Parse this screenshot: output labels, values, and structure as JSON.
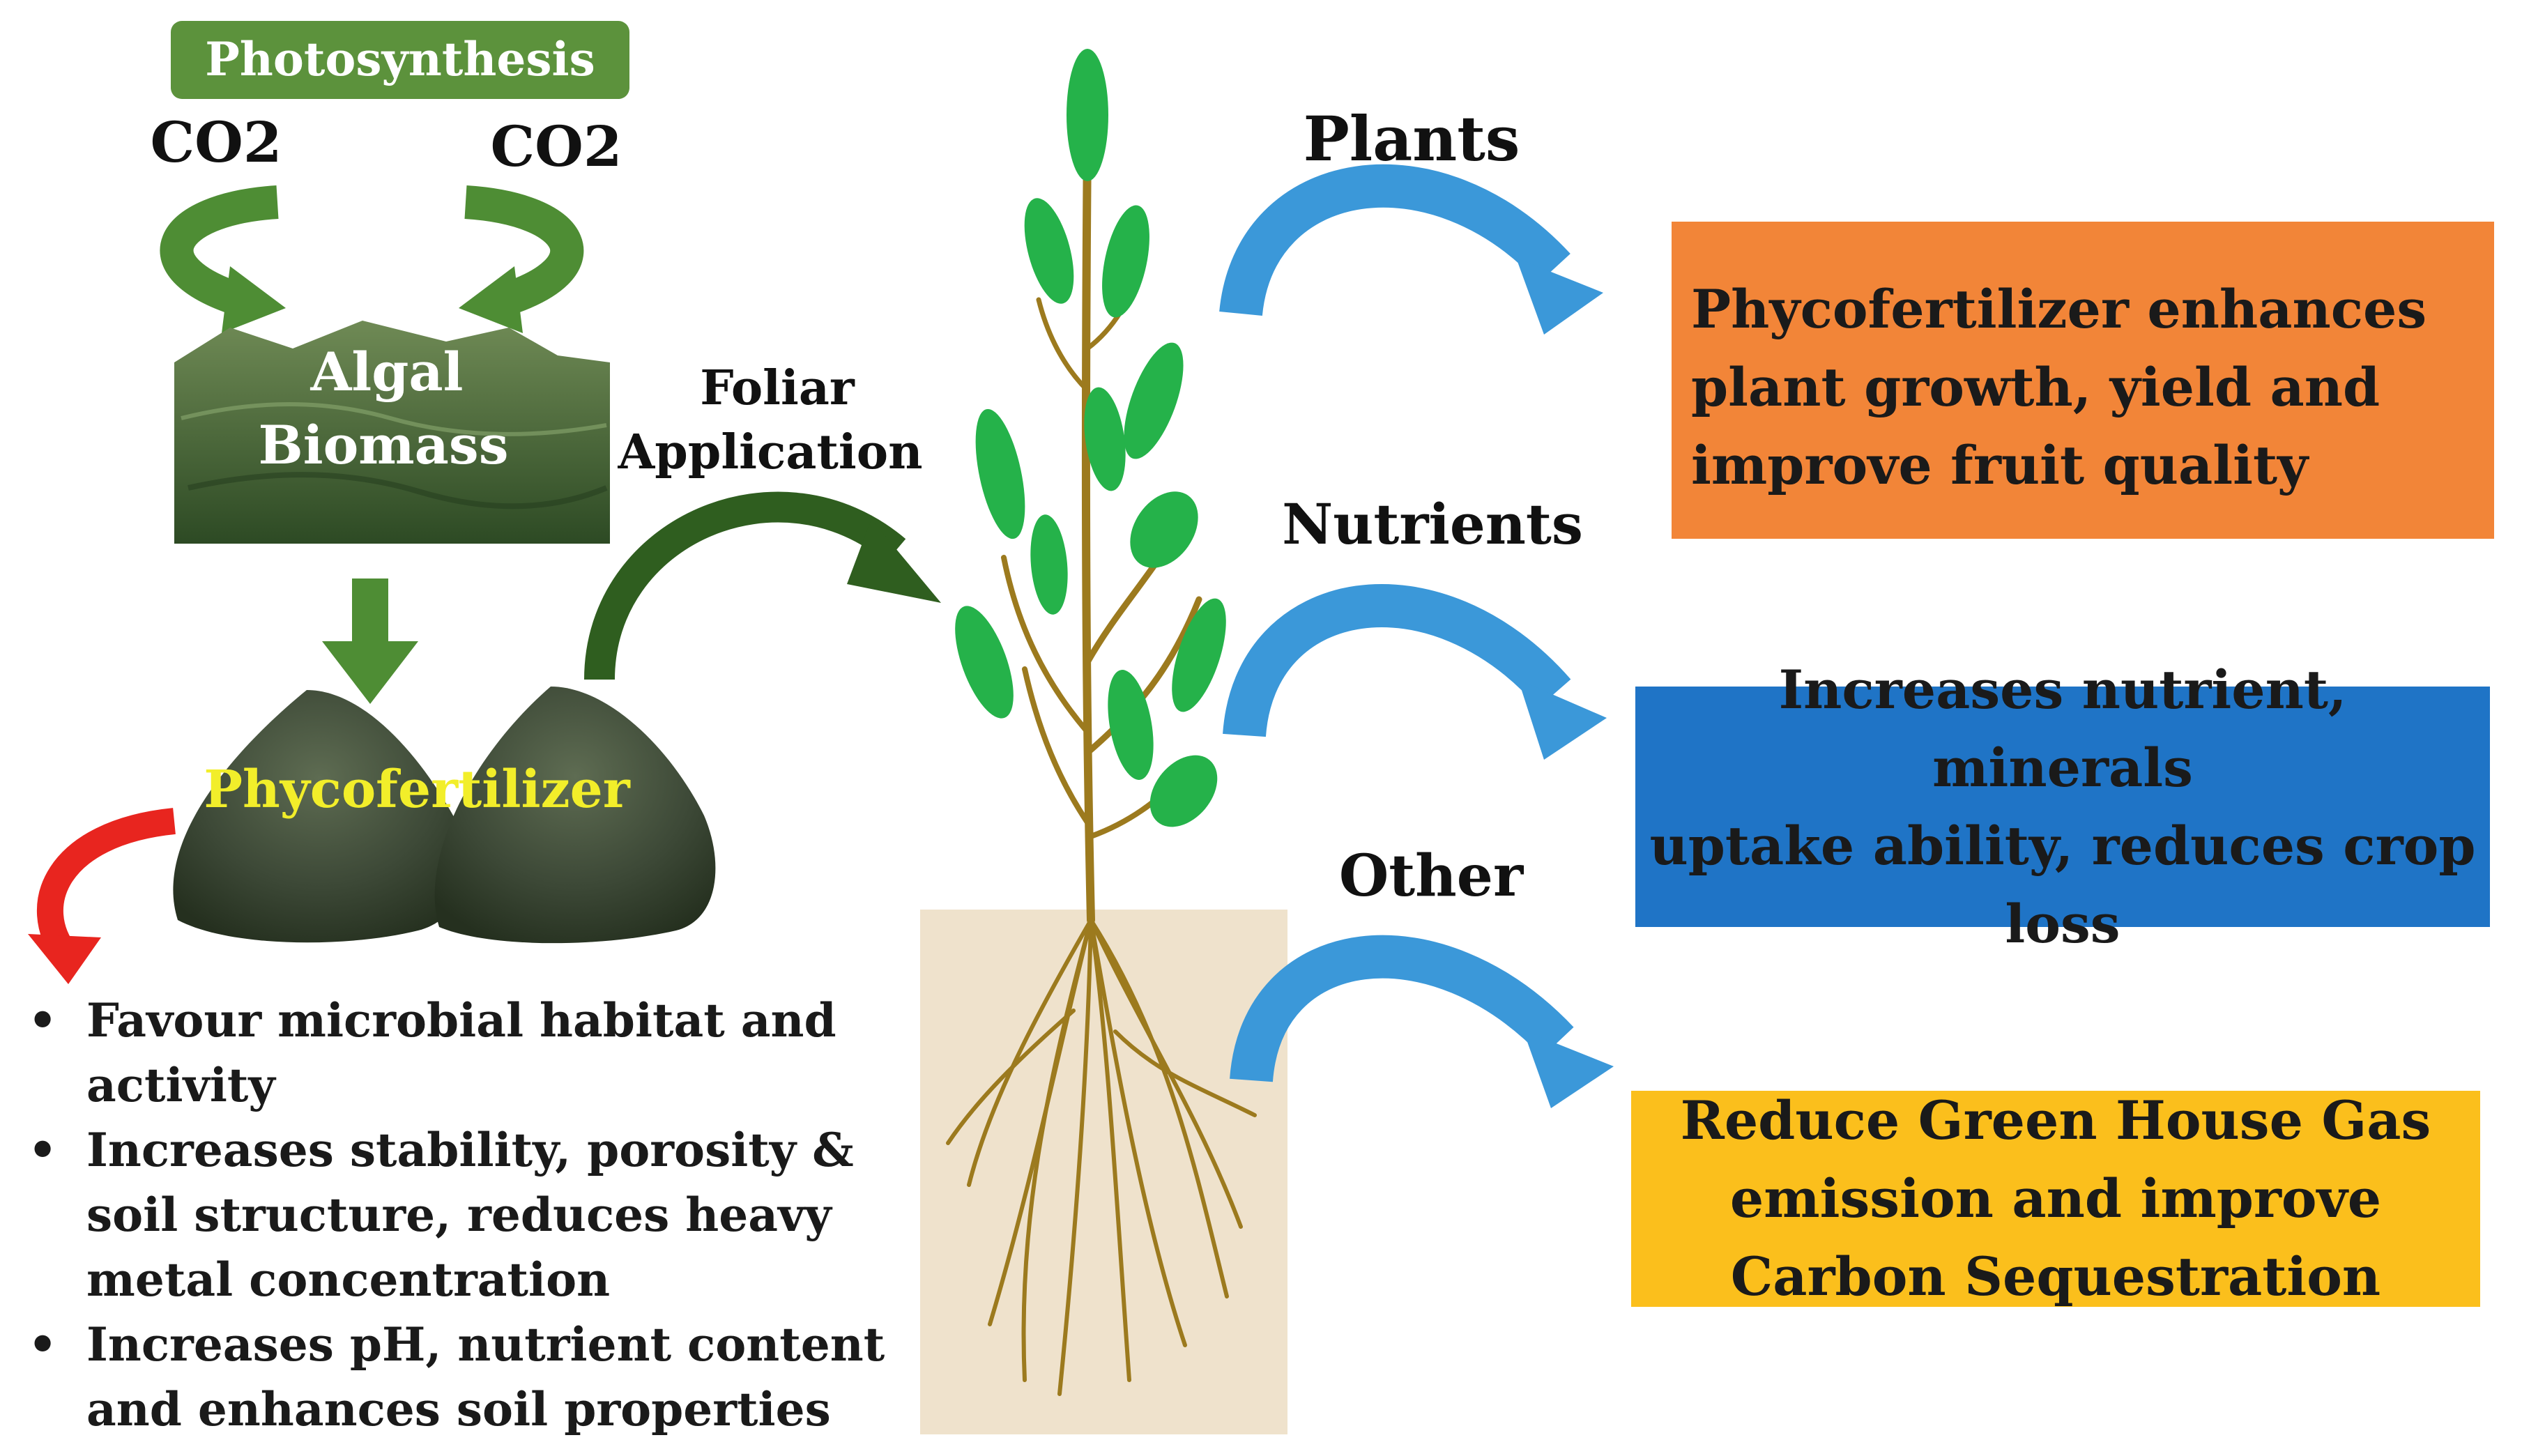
{
  "photosynthesis_label": "Photosynthesis",
  "co2_left": "CO2",
  "co2_right": "CO2",
  "algal_biomass": [
    "Algal",
    "Biomass"
  ],
  "phycofertilizer_label": "Phycofertilizer",
  "foliar_application": [
    "Foliar",
    "Application"
  ],
  "categories": {
    "plants": "Plants",
    "nutrients": "Nutrients",
    "other": "Other"
  },
  "effects": {
    "plants": {
      "lines": [
        "Phycofertilizer enhances",
        "plant growth, yield and",
        "improve fruit quality"
      ],
      "color": "#f28538"
    },
    "nutrients": {
      "lines": [
        "Increases nutrient, minerals",
        "uptake ability, reduces crop",
        "loss"
      ],
      "color": "#1f74c6"
    },
    "other": {
      "lines": [
        "Reduce Green House Gas",
        "emission and improve",
        "Carbon Sequestration"
      ],
      "color": "#fbbf1c"
    }
  },
  "soil_benefits": [
    "Favour microbial habitat and activity",
    "Increases stability, porosity & soil structure, reduces heavy metal concentration",
    "Increases pH, nutrient content and enhances soil properties"
  ],
  "bullet_symbol": "•",
  "colors": {
    "green_label": "#5c923c",
    "green_arrow": "#4e8d34",
    "dark_green_arrow": "#2f5e1f",
    "blue_arrow": "#3b98d9",
    "red_arrow": "#e8251f",
    "leaf": "#25b24a",
    "stem": "#9c7a1e",
    "soil": "#efe2cc",
    "phyco_text": "#f2ee2a"
  }
}
